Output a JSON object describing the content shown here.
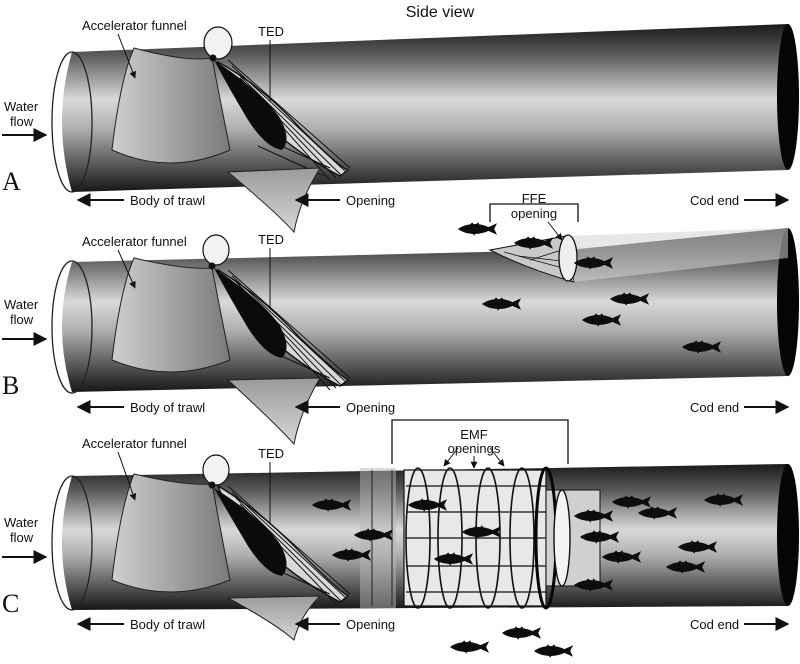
{
  "title": "Side view",
  "panels": [
    {
      "letter": "A",
      "labels": {
        "accelerator": "Accelerator funnel",
        "ted": "TED",
        "water1": "Water",
        "water2": "flow",
        "body": "Body of trawl",
        "opening": "Opening",
        "cod": "Cod end"
      }
    },
    {
      "letter": "B",
      "labels": {
        "accelerator": "Accelerator funnel",
        "ted": "TED",
        "water1": "Water",
        "water2": "flow",
        "body": "Body of trawl",
        "opening": "Opening",
        "cod": "Cod end",
        "device1": "FFE",
        "device2": "opening"
      }
    },
    {
      "letter": "C",
      "labels": {
        "accelerator": "Accelerator funnel",
        "ted": "TED",
        "water1": "Water",
        "water2": "flow",
        "body": "Body of trawl",
        "opening": "Opening",
        "cod": "Cod end",
        "device1": "EMF",
        "device2": "openings"
      }
    }
  ],
  "colors": {
    "net_dark": "#0d0d0d",
    "net_mid": "#8a8a8a",
    "net_light": "#e6e6e6",
    "ink": "#111111"
  }
}
